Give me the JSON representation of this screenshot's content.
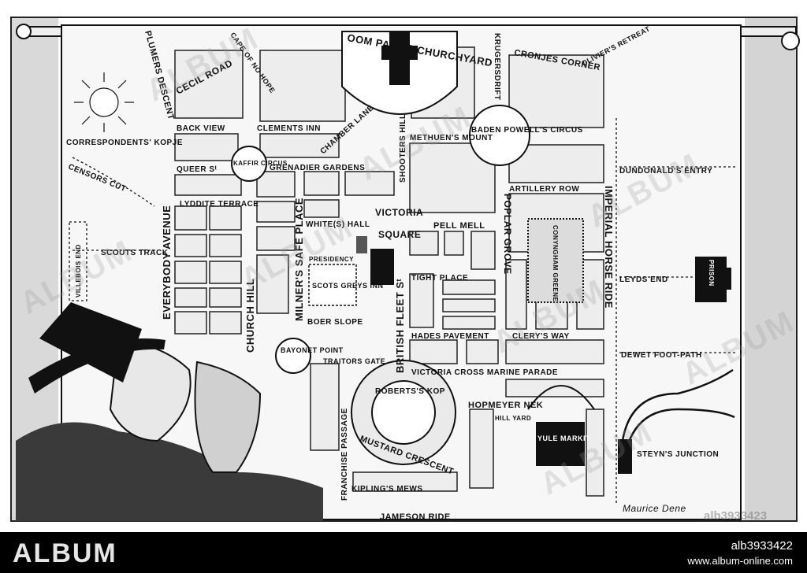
{
  "map": {
    "streets": {
      "plumers_descent": "PLUMERS DESCENT",
      "cecil_road": "CECIL ROAD",
      "cape_of_no_hope": "CAPE OF NO HOPE",
      "oom_pauls_churchyard": "OOM PAUL'S CHURCHYARD",
      "krugersdrift": "KRUGERSDRIFT",
      "cronjes_corner": "CRONJES CORNER",
      "oliviers_retreat": "OLIVIER'S RETREAT",
      "correspondents_kopje": "CORRESPONDENTS' KOPJE",
      "back_view": "BACK VIEW",
      "clements_inn": "CLEMENTS INN",
      "chamber_lane": "CHAMBER LANE",
      "shooters_hill": "SHOOTERS HILL",
      "baden_powells_circus": "BADEN POWELL'S CIRCUS",
      "methuens_mount": "METHUEN'S MOUNT",
      "queer_st": "QUEER Sᵗ",
      "kaffir_circus": "KAFFIR CIRCUS",
      "grenadier_gardens": "GRENADIER GARDENS",
      "censors_cut": "CENSORS CUT",
      "dundonalds_entry": "DUNDONALD'S ENTRY",
      "artillery_row": "ARTILLERY ROW",
      "lyddite_terrace": "LYDDITE TERRACE",
      "victoria": "VICTORIA",
      "square": "SQUARE",
      "whites_hall": "WHITE(S) HALL",
      "pell_mell": "PELL MELL",
      "poplar_grove": "POPLAR GROVE",
      "imperial_horse_ride": "IMPERIAL HORSE RIDE",
      "everybody_avenue": "EVERYBODY AVENUE",
      "villebois_end": "VILLEBOIS END",
      "scouts_track": "SCOUTS TRACK",
      "church_hill": "CHURCH HILL",
      "milners_safe_place": "MILNER'S SAFE PLACE",
      "presidency": "PRESIDENCY",
      "scots_greys_inn": "SCOTS GREYS INN",
      "british_fleet_st": "BRITISH FLEET Sᵗ",
      "tight_place": "TIGHT PLACE",
      "conyngham_greene": "CONYNGHAM GREENE",
      "leyds_end": "LEYDS END",
      "prison": "PRISON",
      "boer_slope": "BOER SLOPE",
      "hades_pavement": "HADES PAVEMENT",
      "clerys_way": "CLERY'S WAY",
      "dewet_foot_path": "DEWET FOOT-PATH",
      "bayonet_point": "BAYONET POINT",
      "traitors_gate": "TRAITORS GATE",
      "victoria_cross_marine_parade": "VICTORIA CROSS MARINE PARADE",
      "roberts_kop": "ROBERTS'S KOP",
      "hopmeyer_nek": "HOPMEYER NEK",
      "hill_yard": "HILL YARD",
      "yule_markit": "YULE MARKIT",
      "steyns_junction": "STEYN'S JUNCTION",
      "franchise_passage": "FRANCHISE PASSAGE",
      "mustard_crescent": "MUSTARD CRESCENT",
      "kiplings_mews": "KIPLING'S MEWS",
      "jameson_ride": "JAMESON RIDE"
    },
    "signature": "Maurice Dene"
  },
  "watermark": {
    "text": "ALBUM",
    "corner_id": "alb3933423"
  },
  "footer": {
    "logo": "ALBUM",
    "image_id": "alb3933422",
    "url": "www.album-online.com"
  }
}
